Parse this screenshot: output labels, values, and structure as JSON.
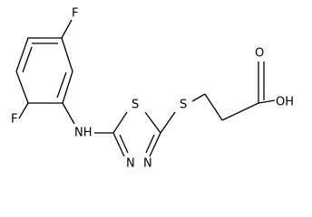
{
  "molecule": {
    "atom_labels": {
      "f_top": "F",
      "f_left": "F",
      "nh": "NH",
      "s_ring": "S",
      "s_linker": "S",
      "n_a": "N",
      "n_b": "N",
      "o_carbonyl": "O",
      "oh": "OH"
    }
  }
}
